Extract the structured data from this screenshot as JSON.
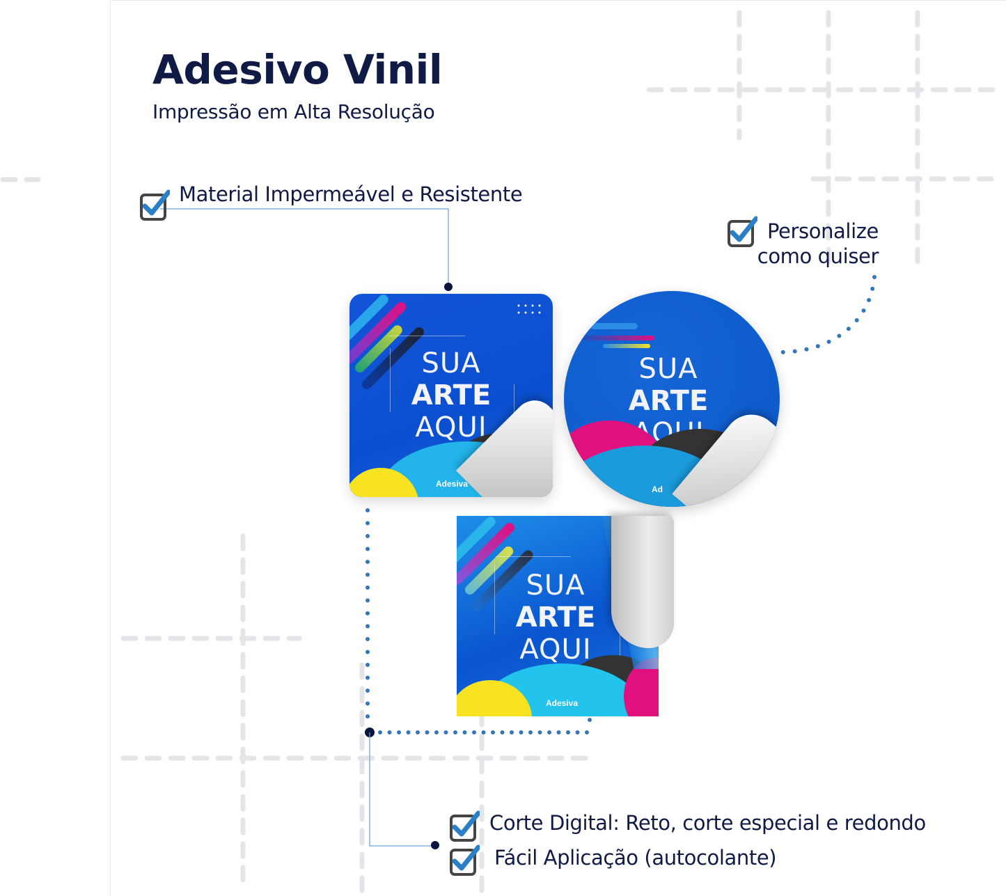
{
  "header": {
    "title": "Adesivo Vinil",
    "subtitle": "Impressão em Alta Resolução"
  },
  "features": [
    {
      "label": "Material Impermeável e Resistente",
      "icon": "checkbox-checked-icon"
    },
    {
      "label_line1": "Personalize",
      "label_line2": "como quiser",
      "icon": "checkbox-checked-icon"
    },
    {
      "label": "Corte Digital: Reto, corte especial e redondo",
      "icon": "checkbox-checked-icon"
    },
    {
      "label": "Fácil Aplicação (autocolante)",
      "icon": "checkbox-checked-icon"
    }
  ],
  "stickers": [
    {
      "shape": "rounded-square",
      "line1": "SUA",
      "line2": "ARTE",
      "line3": "AQUI",
      "logo": "Adesiva"
    },
    {
      "shape": "circle",
      "line1": "SUA",
      "line2": "ARTE",
      "line3": "AQUI",
      "logo": "Ad"
    },
    {
      "shape": "square",
      "line1": "SUA",
      "line2": "ARTE",
      "line3": "AQUI",
      "logo": "Adesiva"
    }
  ],
  "colors": {
    "title": "#0f1a45",
    "check_blue": "#2a7fc7",
    "check_box": "#444444",
    "connector_dots": "#3575ba",
    "connector_node": "#0b1640",
    "grid_dash": "#e4e5e8",
    "sticker_blue": "#0a4fd0",
    "magenta": "#e0107f",
    "yellow": "#f7e321",
    "cyan": "#21b6ea",
    "dark": "#333333"
  }
}
